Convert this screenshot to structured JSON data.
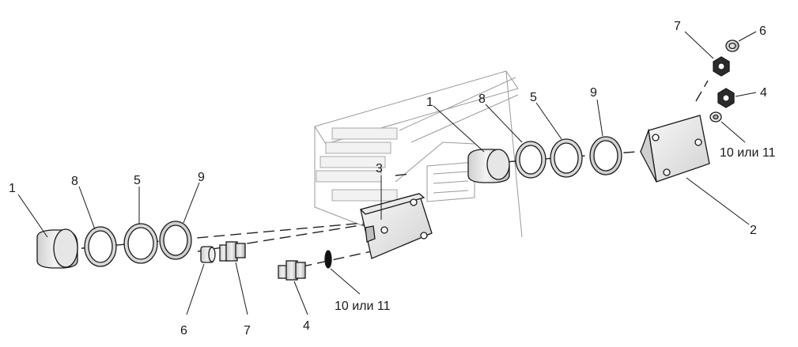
{
  "diagram": {
    "callouts": {
      "left_part1": "1",
      "left_part8": "8",
      "left_part5": "5",
      "left_part9": "9",
      "left_part6": "6",
      "left_part7": "7",
      "left_part4": "4",
      "left_part10_11": "10 или 11",
      "center_part3": "3",
      "right_part1": "1",
      "right_part8": "8",
      "right_part5": "5",
      "right_part9": "9",
      "right_part2": "2",
      "top_part7": "7",
      "top_part6": "6",
      "top_part4": "4",
      "right_part10_11": "10 или 11"
    }
  }
}
